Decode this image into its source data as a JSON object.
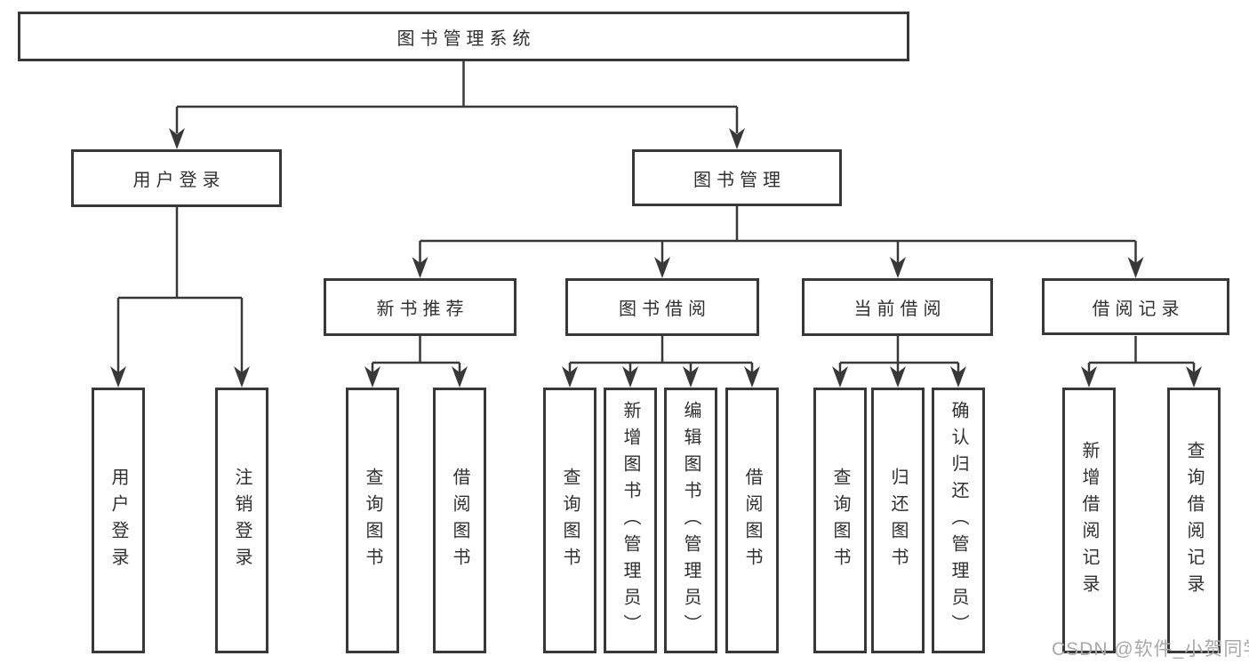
{
  "diagram": {
    "type": "hierarchy-tree",
    "watermark": "CSDN @软件_小贺同学",
    "colors": {
      "background": "#ffffff",
      "box_border": "#383838",
      "box_fill": "#ffffff",
      "line": "#383838",
      "text": "#303030",
      "watermark": "#a9a9a9"
    },
    "tree": {
      "label": "图书管理系统",
      "children": [
        {
          "label": "用户登录",
          "children": [
            {
              "label": "用户登录"
            },
            {
              "label": "注销登录"
            }
          ]
        },
        {
          "label": "图书管理",
          "children": [
            {
              "label": "新书推荐",
              "children": [
                {
                  "label": "查询图书"
                },
                {
                  "label": "借阅图书"
                }
              ]
            },
            {
              "label": "图书借阅",
              "children": [
                {
                  "label": "查询图书"
                },
                {
                  "label": "新增图书（管理员）"
                },
                {
                  "label": "编辑图书（管理员）"
                },
                {
                  "label": "借阅图书"
                }
              ]
            },
            {
              "label": "当前借阅",
              "children": [
                {
                  "label": "查询图书"
                },
                {
                  "label": "归还图书"
                },
                {
                  "label": "确认归还（管理员）"
                }
              ]
            },
            {
              "label": "借阅记录",
              "children": [
                {
                  "label": "新增借阅记录"
                },
                {
                  "label": "查询借阅记录"
                }
              ]
            }
          ]
        }
      ]
    }
  }
}
